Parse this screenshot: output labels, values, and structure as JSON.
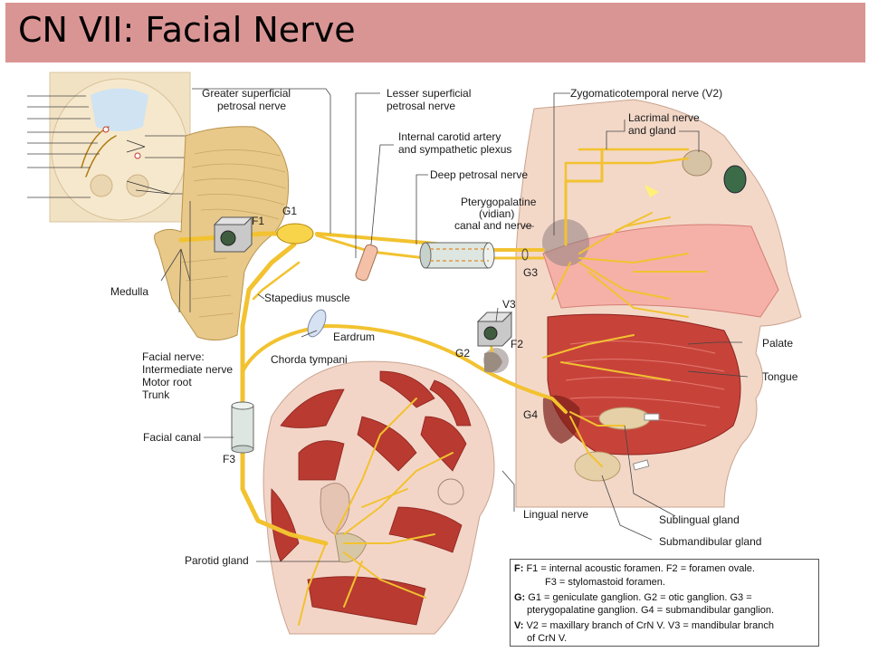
{
  "title": "CN VII: Facial Nerve",
  "labels": {
    "greater_superficial_1": "Greater superficial",
    "greater_superficial_2": "petrosal nerve",
    "lesser_superficial_1": "Lesser superficial",
    "lesser_superficial_2": "petrosal nerve",
    "zygomaticotemporal": "Zygomaticotemporal nerve (V2)",
    "lacrimal_1": "Lacrimal nerve",
    "lacrimal_2": "and gland",
    "internal_carotid_1": "Internal carotid artery",
    "internal_carotid_2": "and sympathetic plexus",
    "deep_petrosal": "Deep petrosal nerve",
    "pterygo_1": "Pterygopalatine",
    "pterygo_2": "(vidian)",
    "pterygo_3": "canal and nerve",
    "medulla": "Medulla",
    "facial_nerve_1": "Facial nerve:",
    "facial_nerve_2": "Intermediate nerve",
    "facial_nerve_3": "Motor root",
    "facial_nerve_4": "Trunk",
    "stapedius": "Stapedius muscle",
    "eardrum": "Eardrum",
    "chorda_tympani": "Chorda tympani",
    "facial_canal": "Facial canal",
    "parotid": "Parotid gland",
    "palate": "Palate",
    "tongue": "Tongue",
    "lingual": "Lingual nerve",
    "sublingual": "Sublingual gland",
    "submandibular": "Submandibular gland",
    "f1": "F1",
    "f2": "F2",
    "f3": "F3",
    "g1": "G1",
    "g2": "G2",
    "g3": "G3",
    "g4": "G4",
    "v3": "V3"
  },
  "key": {
    "f_prefix": "F:",
    "f_line1": " F1 = internal acoustic foramen. F2 = foramen ovale.",
    "f_line2": "F3 = stylomastoid foramen.",
    "g_prefix": "G:",
    "g_line1": " G1 = geniculate ganglion. G2 = otic ganglion. G3 =",
    "g_line2": "pterygopalatine ganglion. G4 = submandibular ganglion.",
    "v_prefix": "V:",
    "v_line1": " V2 = maxillary branch of CrN V. V3 = mandibular branch",
    "v_line2": "of CrN V."
  },
  "colors": {
    "title_bar": "#d99594",
    "nerve": "#f2c230",
    "muscle": "#c0392b",
    "brainstem": "#e8c98a",
    "inset": "#f2e2c4"
  }
}
